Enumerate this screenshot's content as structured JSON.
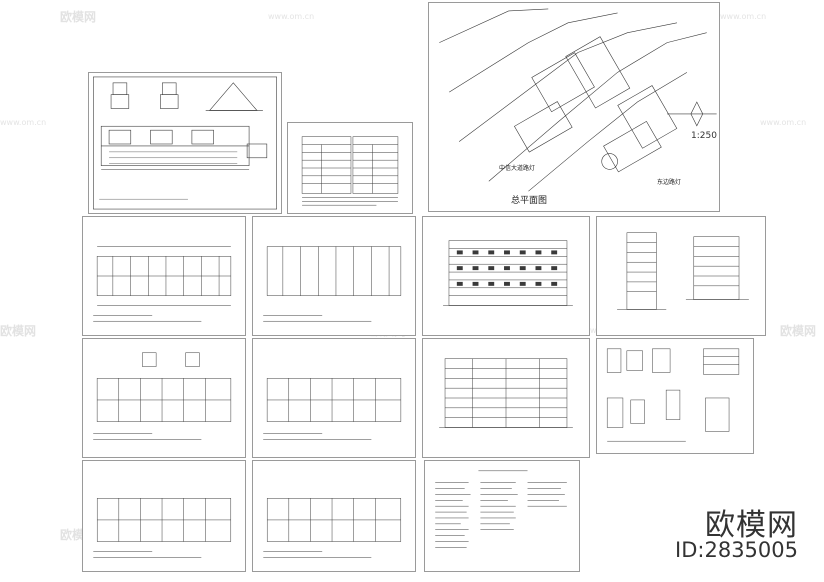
{
  "watermark": {
    "logo_text": "欧模网",
    "url_text": "www.om.cn"
  },
  "brand": {
    "name": "欧模网",
    "id": "ID:2835005"
  },
  "site_plan": {
    "title": "总平面图",
    "scale": "1:250",
    "road_label_left": "中信大道路灯",
    "road_label_right": "东边路灯"
  },
  "colors": {
    "line": "#3a3a3a",
    "sheet_border": "#9a9a9a",
    "watermark": "#e2e2e2",
    "brand_text": "#333333"
  }
}
